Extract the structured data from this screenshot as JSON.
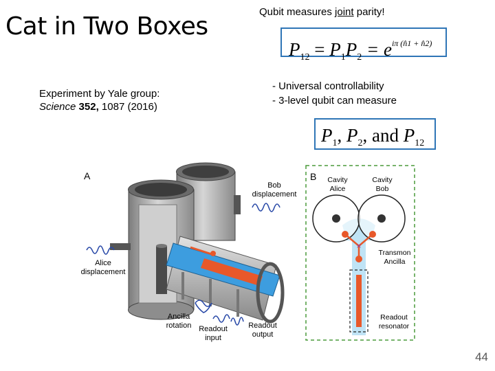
{
  "title": "Cat in Two Boxes",
  "credit": {
    "line1": "Experiment by Yale group:",
    "journal": "Science",
    "volume": "352,",
    "pages": "1087 (2016)"
  },
  "headline": {
    "before": "Qubit measures ",
    "underlined": "joint",
    "after": " parity!"
  },
  "equation_1": {
    "lhs": "P",
    "lhs_sub": "12",
    "eq": " = ",
    "p1": "P",
    "p1_sub": "1",
    "p2": "P",
    "p2_sub": "2",
    "eq2": " = e",
    "exponent": "iπ (n̂1 + n̂2)"
  },
  "bullets": [
    "- Universal controllability",
    "- 3-level qubit can measure"
  ],
  "equation_2": {
    "a": "P",
    "a_sub": "1",
    "sep": ", ",
    "b": "P",
    "b_sub": "2",
    "and": ",  and ",
    "c": "P",
    "c_sub": "12"
  },
  "figure_a": {
    "panel_label": "A",
    "labels": {
      "bob_displacement_1": "Bob",
      "bob_displacement_2": "displacement",
      "alice_displacement_1": "Alice",
      "alice_displacement_2": "displacement",
      "ancilla_rotation_1": "Ancilla",
      "ancilla_rotation_2": "rotation",
      "readout_input_1": "Readout",
      "readout_input_2": "input",
      "readout_output_1": "Readout",
      "readout_output_2": "output"
    }
  },
  "figure_b": {
    "panel_label": "B",
    "labels": {
      "cavity_alice_1": "Cavity",
      "cavity_alice_2": "Alice",
      "cavity_bob_1": "Cavity",
      "cavity_bob_2": "Bob",
      "transmon_1": "Transmon",
      "transmon_2": "Ancilla",
      "readout_res_1": "Readout",
      "readout_res_2": "resonator"
    }
  },
  "page_number": "44",
  "colors": {
    "box_border": "#2e75b6",
    "chip_blue": "#3d9ddf",
    "trace_orange": "#e8582a",
    "wave_blue": "#2a4aa8",
    "dashed_green": "#4a9a3a",
    "metal_gray": "#9a9a9a"
  }
}
